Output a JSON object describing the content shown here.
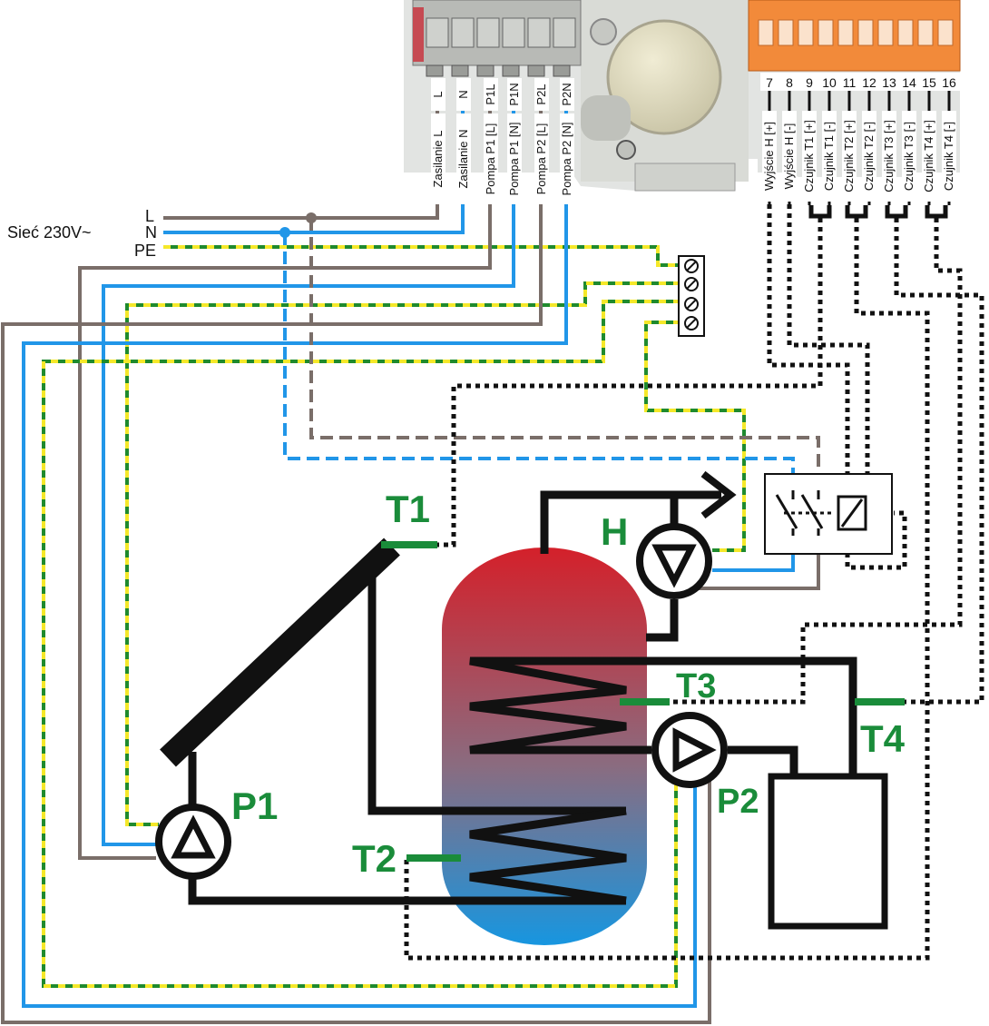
{
  "mains": {
    "network_label": "Sieć 230V~",
    "line_labels": [
      "L",
      "N",
      "PE"
    ]
  },
  "controller": {
    "left_terminal_top": [
      "L",
      "N",
      "P1L",
      "P1N",
      "P2L",
      "P2N"
    ],
    "left_terminal_wires": [
      "Zasilanie L",
      "Zasilanie N",
      "Pompa P1 [L]",
      "Pompa P1 [N]",
      "Pompa P2 [L]",
      "Pompa P2 [N]"
    ],
    "right_terminal_numbers": [
      "7",
      "8",
      "9",
      "10",
      "11",
      "12",
      "13",
      "14",
      "15",
      "16"
    ],
    "right_terminal_wires": [
      "Wyjście H [+]",
      "Wyjście H [-]",
      "Czujnik T1 [+]",
      "Czujnik T1 [-]",
      "Czujnik T2 [+]",
      "Czujnik T2 [-]",
      "Czujnik T3 [+]",
      "Czujnik T3 [-]",
      "Czujnik T4 [+]",
      "Czujnik T4 [-]"
    ]
  },
  "sensors": {
    "t1": "T1",
    "t2": "T2",
    "t3": "T3",
    "t4": "T4"
  },
  "pumps": {
    "p1": "P1",
    "p2": "P2",
    "h": "H"
  },
  "colors": {
    "line_L": "#7a6e69",
    "line_N": "#2196e8",
    "pe_green": "#1f8a2e",
    "pe_yellow": "#f5e82a",
    "label_green": "#1a8c3a",
    "pipe": "#111111",
    "tank_top": "#d4202a",
    "tank_bottom": "#1796e0"
  }
}
